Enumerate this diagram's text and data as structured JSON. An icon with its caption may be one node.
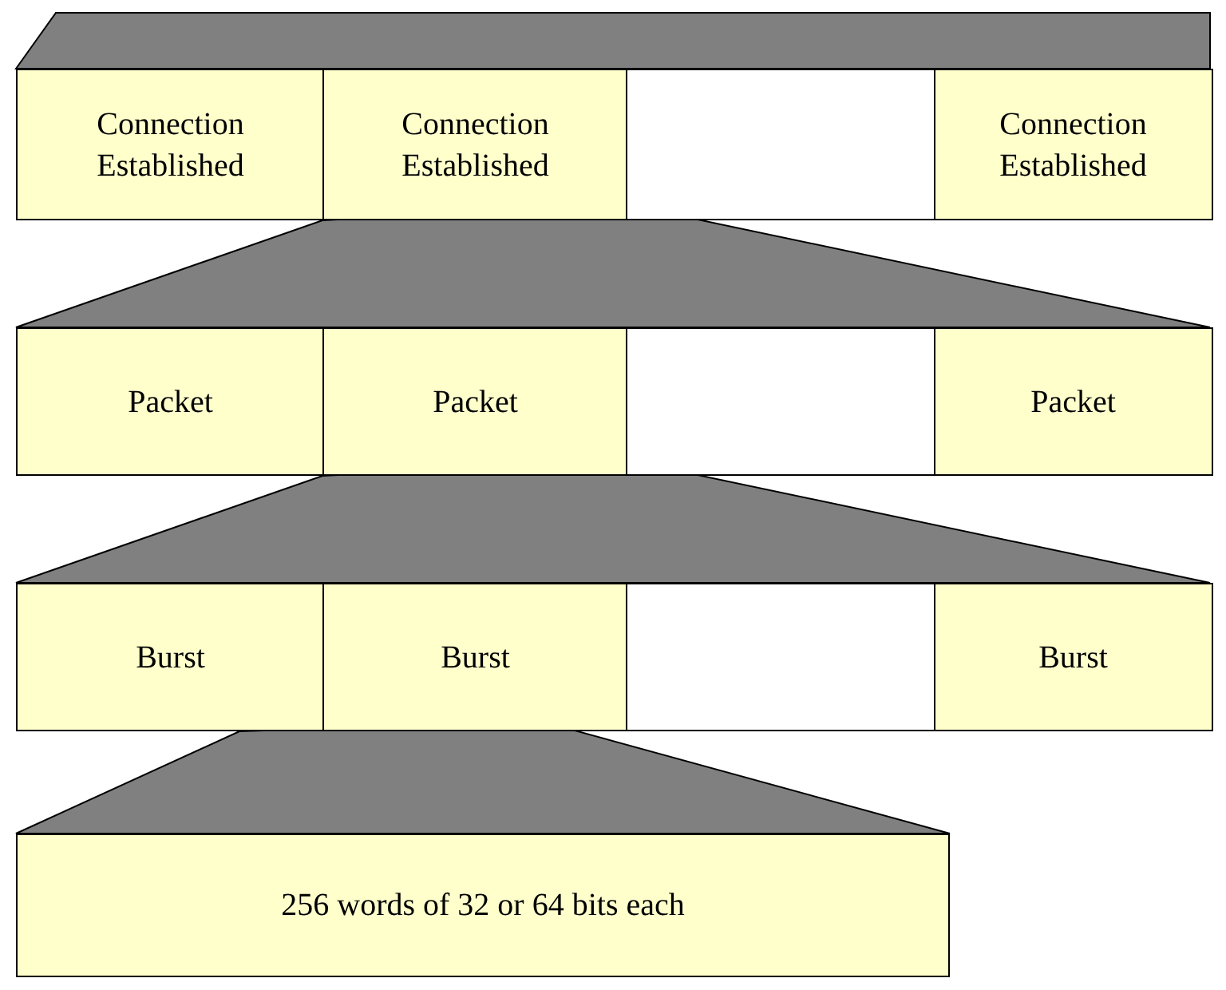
{
  "diagram": {
    "nodes": [
      {
        "text": [],
        "shape": "parallelogram"
      },
      {
        "text": [
          "Connection Established"
        ]
      },
      {
        "text": [
          "Connection Established"
        ]
      },
      {
        "text": [],
        "shape": "box"
      },
      {
        "text": [
          "Connection Established"
        ]
      },
      {
        "text": [],
        "shape": "trapezoid"
      },
      {
        "text": [
          "Packet"
        ]
      },
      {
        "text": [
          "Packet"
        ]
      },
      {
        "text": [],
        "shape": "box"
      },
      {
        "text": [
          "Packet"
        ]
      },
      {
        "text": [],
        "shape": "trapezoid"
      },
      {
        "text": [
          "Burst"
        ]
      },
      {
        "text": [
          "Burst"
        ]
      },
      {
        "text": [],
        "shape": "box"
      },
      {
        "text": [
          "Burst"
        ]
      },
      {
        "text": [],
        "shape": "trapezoid"
      },
      {
        "text": [
          "256 words of 32 or 64 bits each"
        ]
      }
    ]
  }
}
